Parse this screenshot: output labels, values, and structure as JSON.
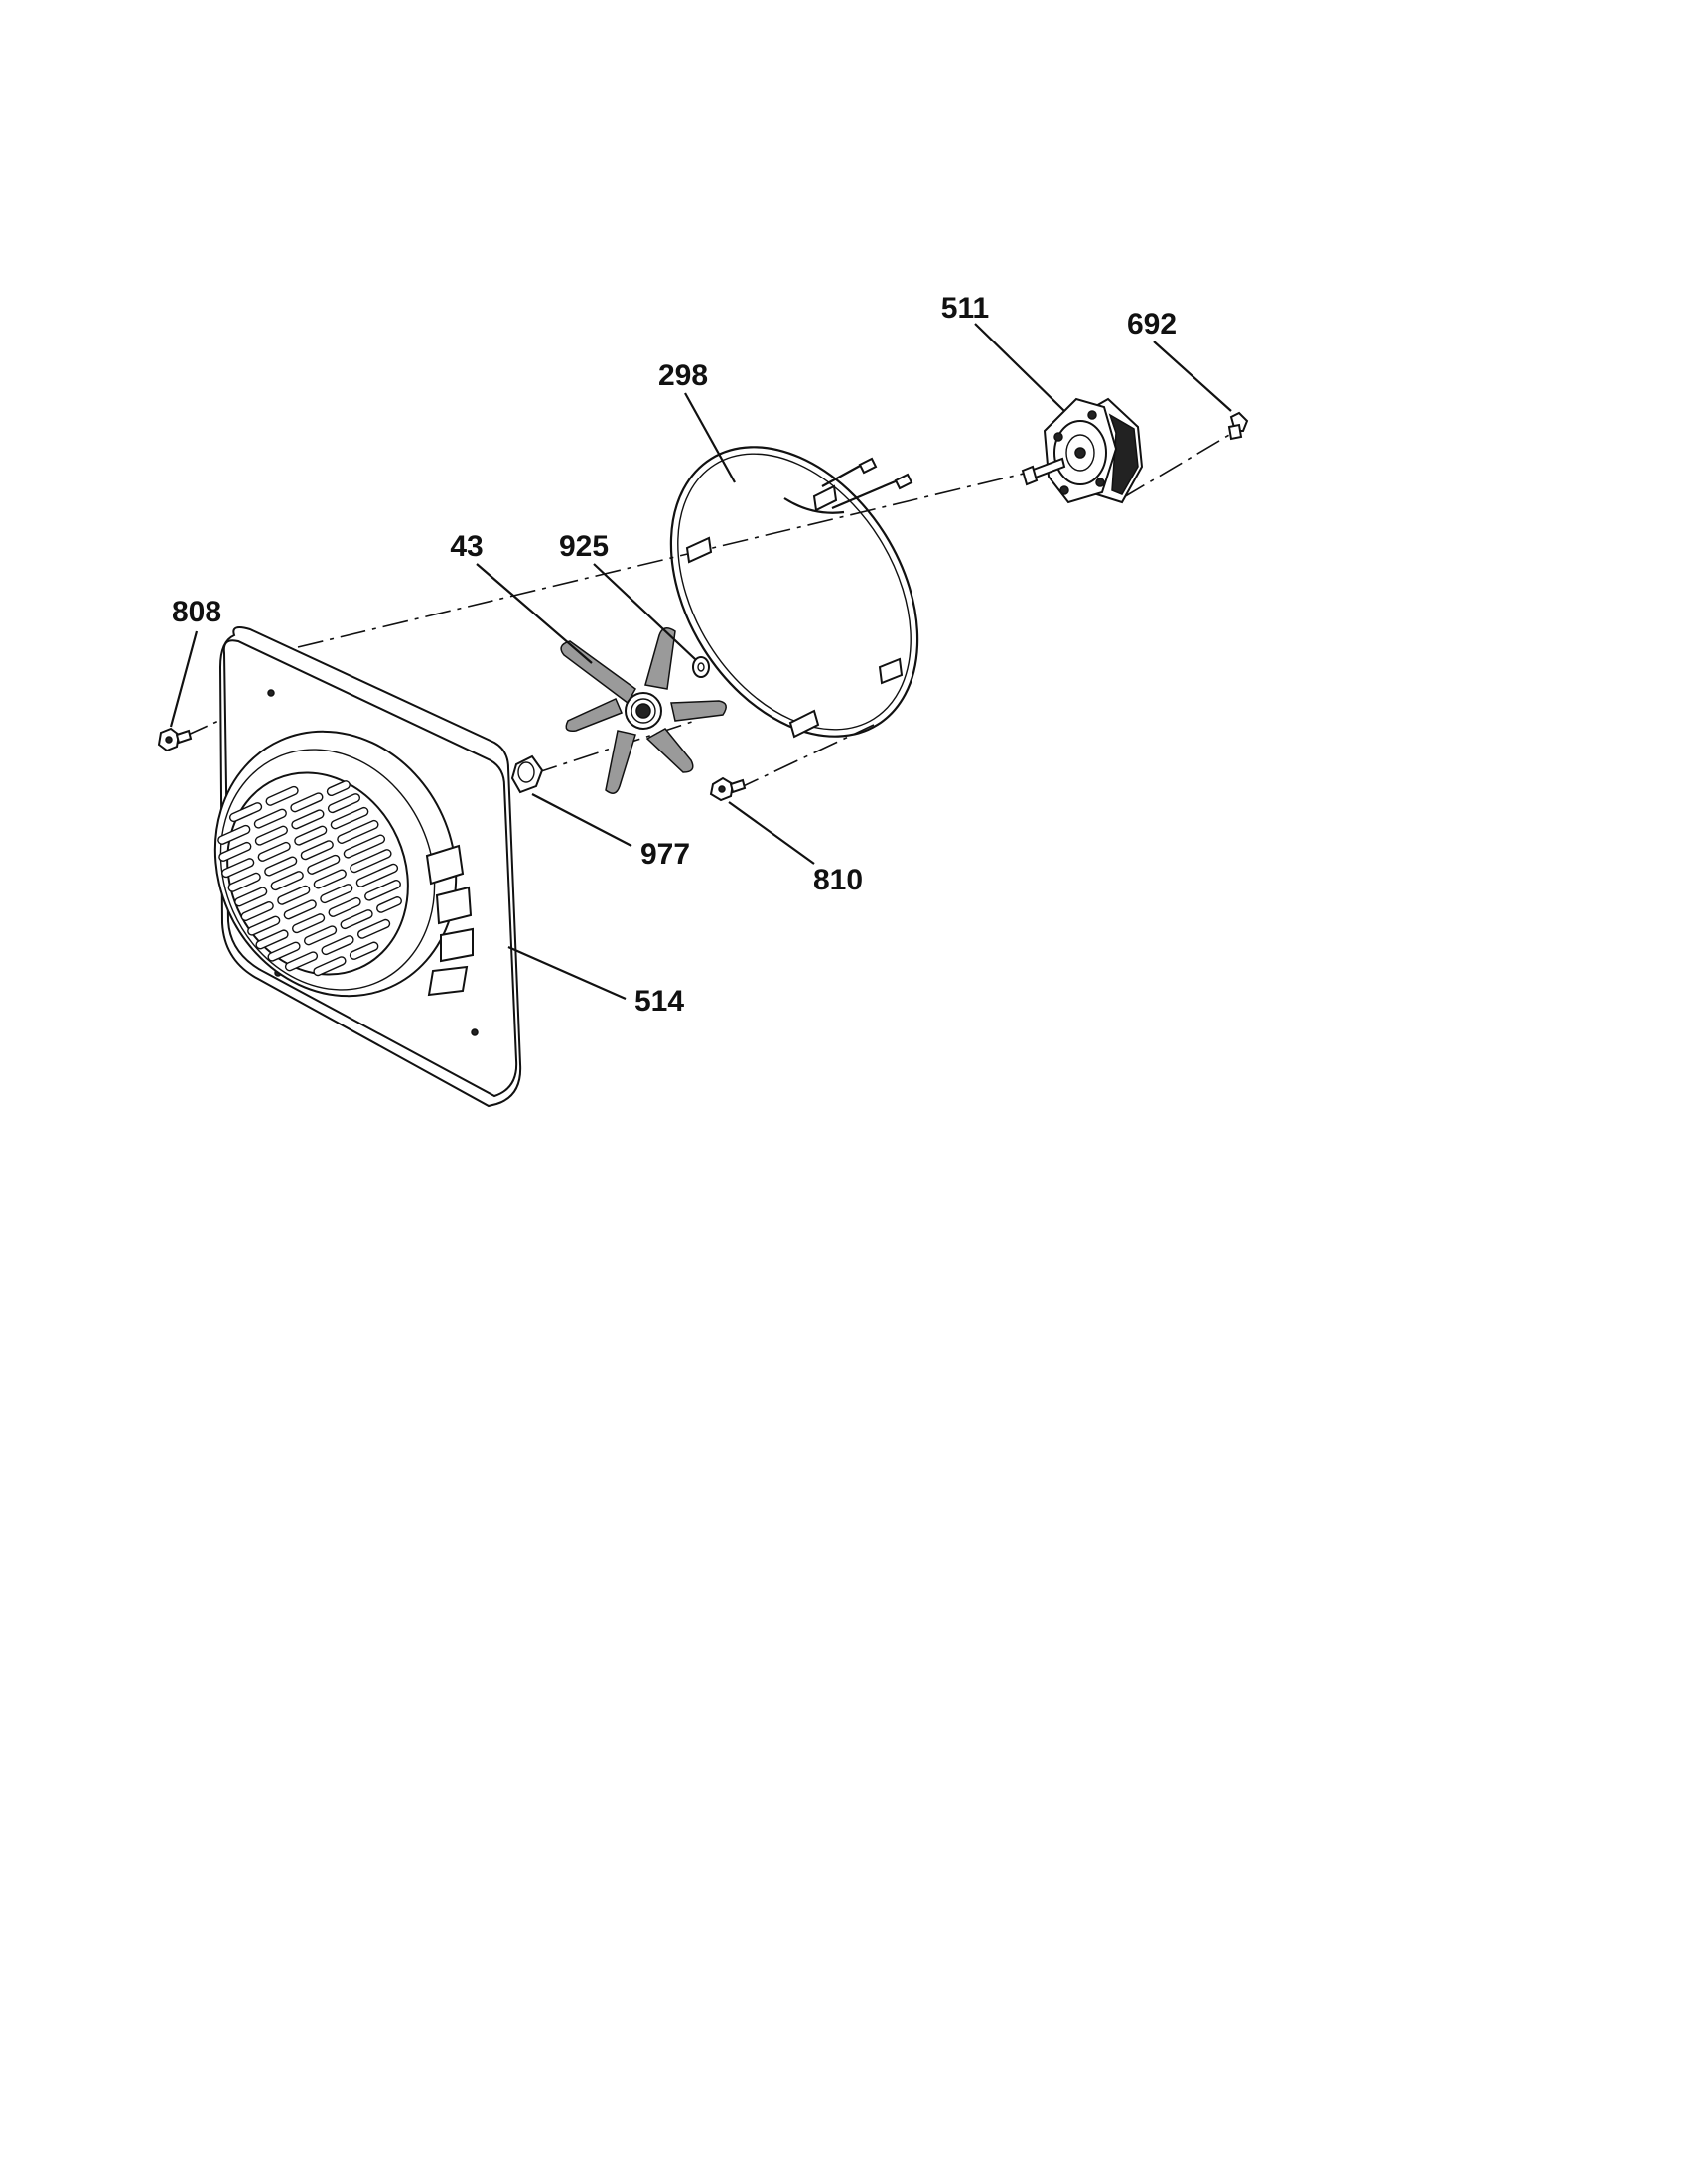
{
  "callouts": {
    "c808": "808",
    "c43": "43",
    "c925": "925",
    "c298": "298",
    "c511": "511",
    "c692": "692",
    "c977": "977",
    "c810": "810",
    "c514": "514"
  }
}
